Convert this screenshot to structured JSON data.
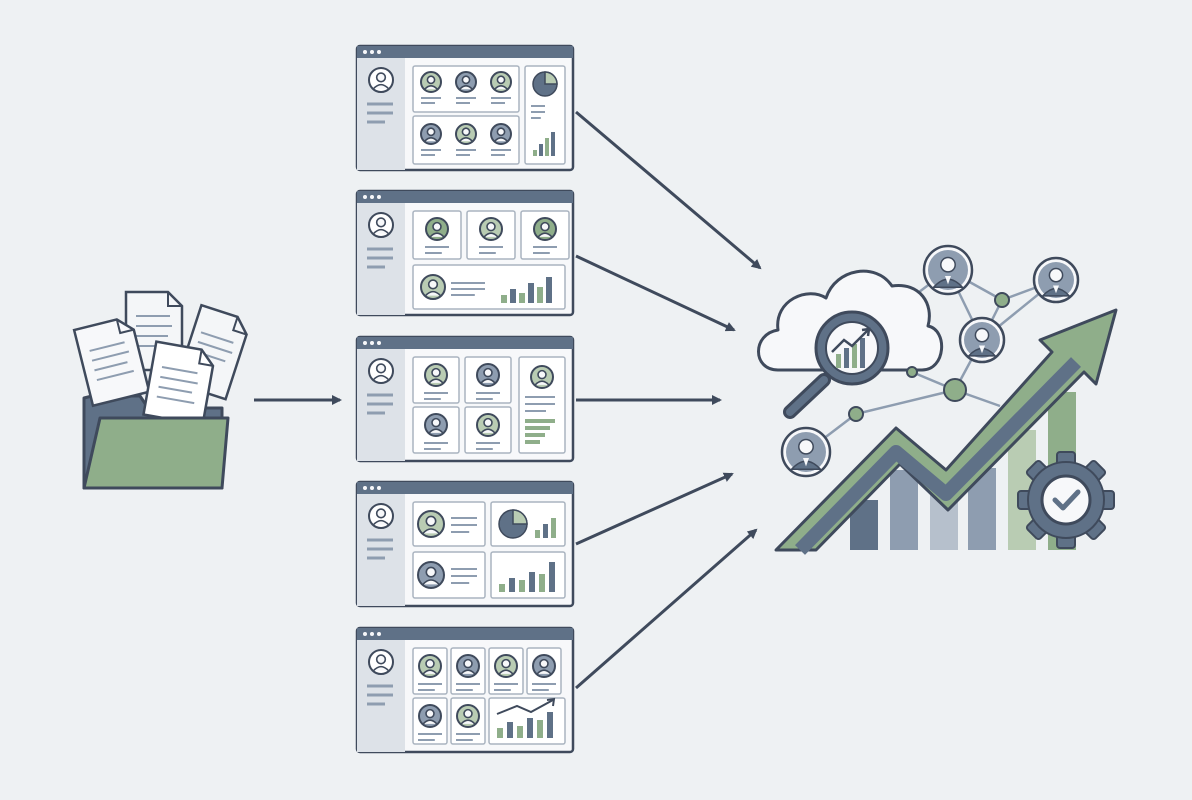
{
  "colors": {
    "background": "#eef1f3",
    "outline": "#3f4a5c",
    "slate": "#5f7187",
    "slate_light": "#8e9db0",
    "green": "#8fae8a",
    "green_light": "#b9ccb3",
    "panel": "#f7f8fa",
    "sidebar": "#dde2e8"
  },
  "source": {
    "icon": "folder-with-documents-icon"
  },
  "dashboards": [
    {
      "name": "dashboard-1",
      "variant": "team-grid-with-pie-and-bars"
    },
    {
      "name": "dashboard-2",
      "variant": "three-profiles-with-bar-chart"
    },
    {
      "name": "dashboard-3",
      "variant": "profile-grid-with-list"
    },
    {
      "name": "dashboard-4",
      "variant": "profiles-with-pie-and-bars"
    },
    {
      "name": "dashboard-5",
      "variant": "six-profiles-with-trend-chart"
    }
  ],
  "outcome": {
    "cloud_icon": "cloud-analytics-icon",
    "magnifier_icon": "magnifier-chart-icon",
    "network_icon": "people-network-icon",
    "growth_icon": "growth-arrow-icon",
    "gear_icon": "gear-check-icon"
  }
}
